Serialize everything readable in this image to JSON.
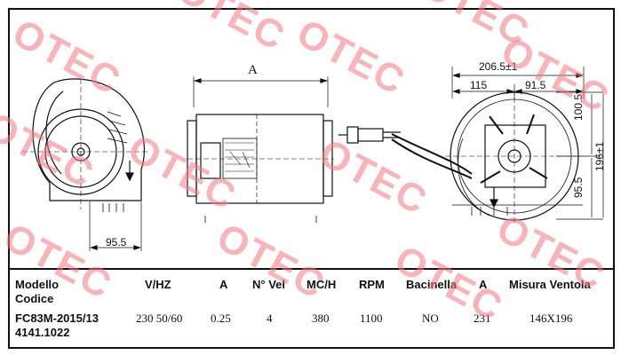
{
  "drawing": {
    "dimensions": {
      "label_a": "A",
      "width_total": "206.5±1",
      "width_left": "115",
      "width_right": "91.5",
      "height_upper": "100.5",
      "height_total": "196±1",
      "height_lower": "95.5",
      "bottom_left": "95.5"
    }
  },
  "table": {
    "headers": {
      "model_line1": "Modello",
      "model_line2": "Codice",
      "voltage": "V/HZ",
      "current": "A",
      "speeds": "N° Vel",
      "airflow": "MC/H",
      "rpm": "RPM",
      "tray": "Bacinella",
      "dim_a": "A",
      "fan_size": "Misura Ventola"
    },
    "row": {
      "model": "FC83M-2015/13",
      "code": "4141.1022",
      "voltage": "230 50/60",
      "current": "0.25",
      "speeds": "4",
      "airflow": "380",
      "rpm": "1100",
      "tray": "NO",
      "dim_a": "231",
      "fan_size": "146X196"
    }
  },
  "watermark": {
    "text": "OTEC",
    "color": "#f4777f"
  }
}
